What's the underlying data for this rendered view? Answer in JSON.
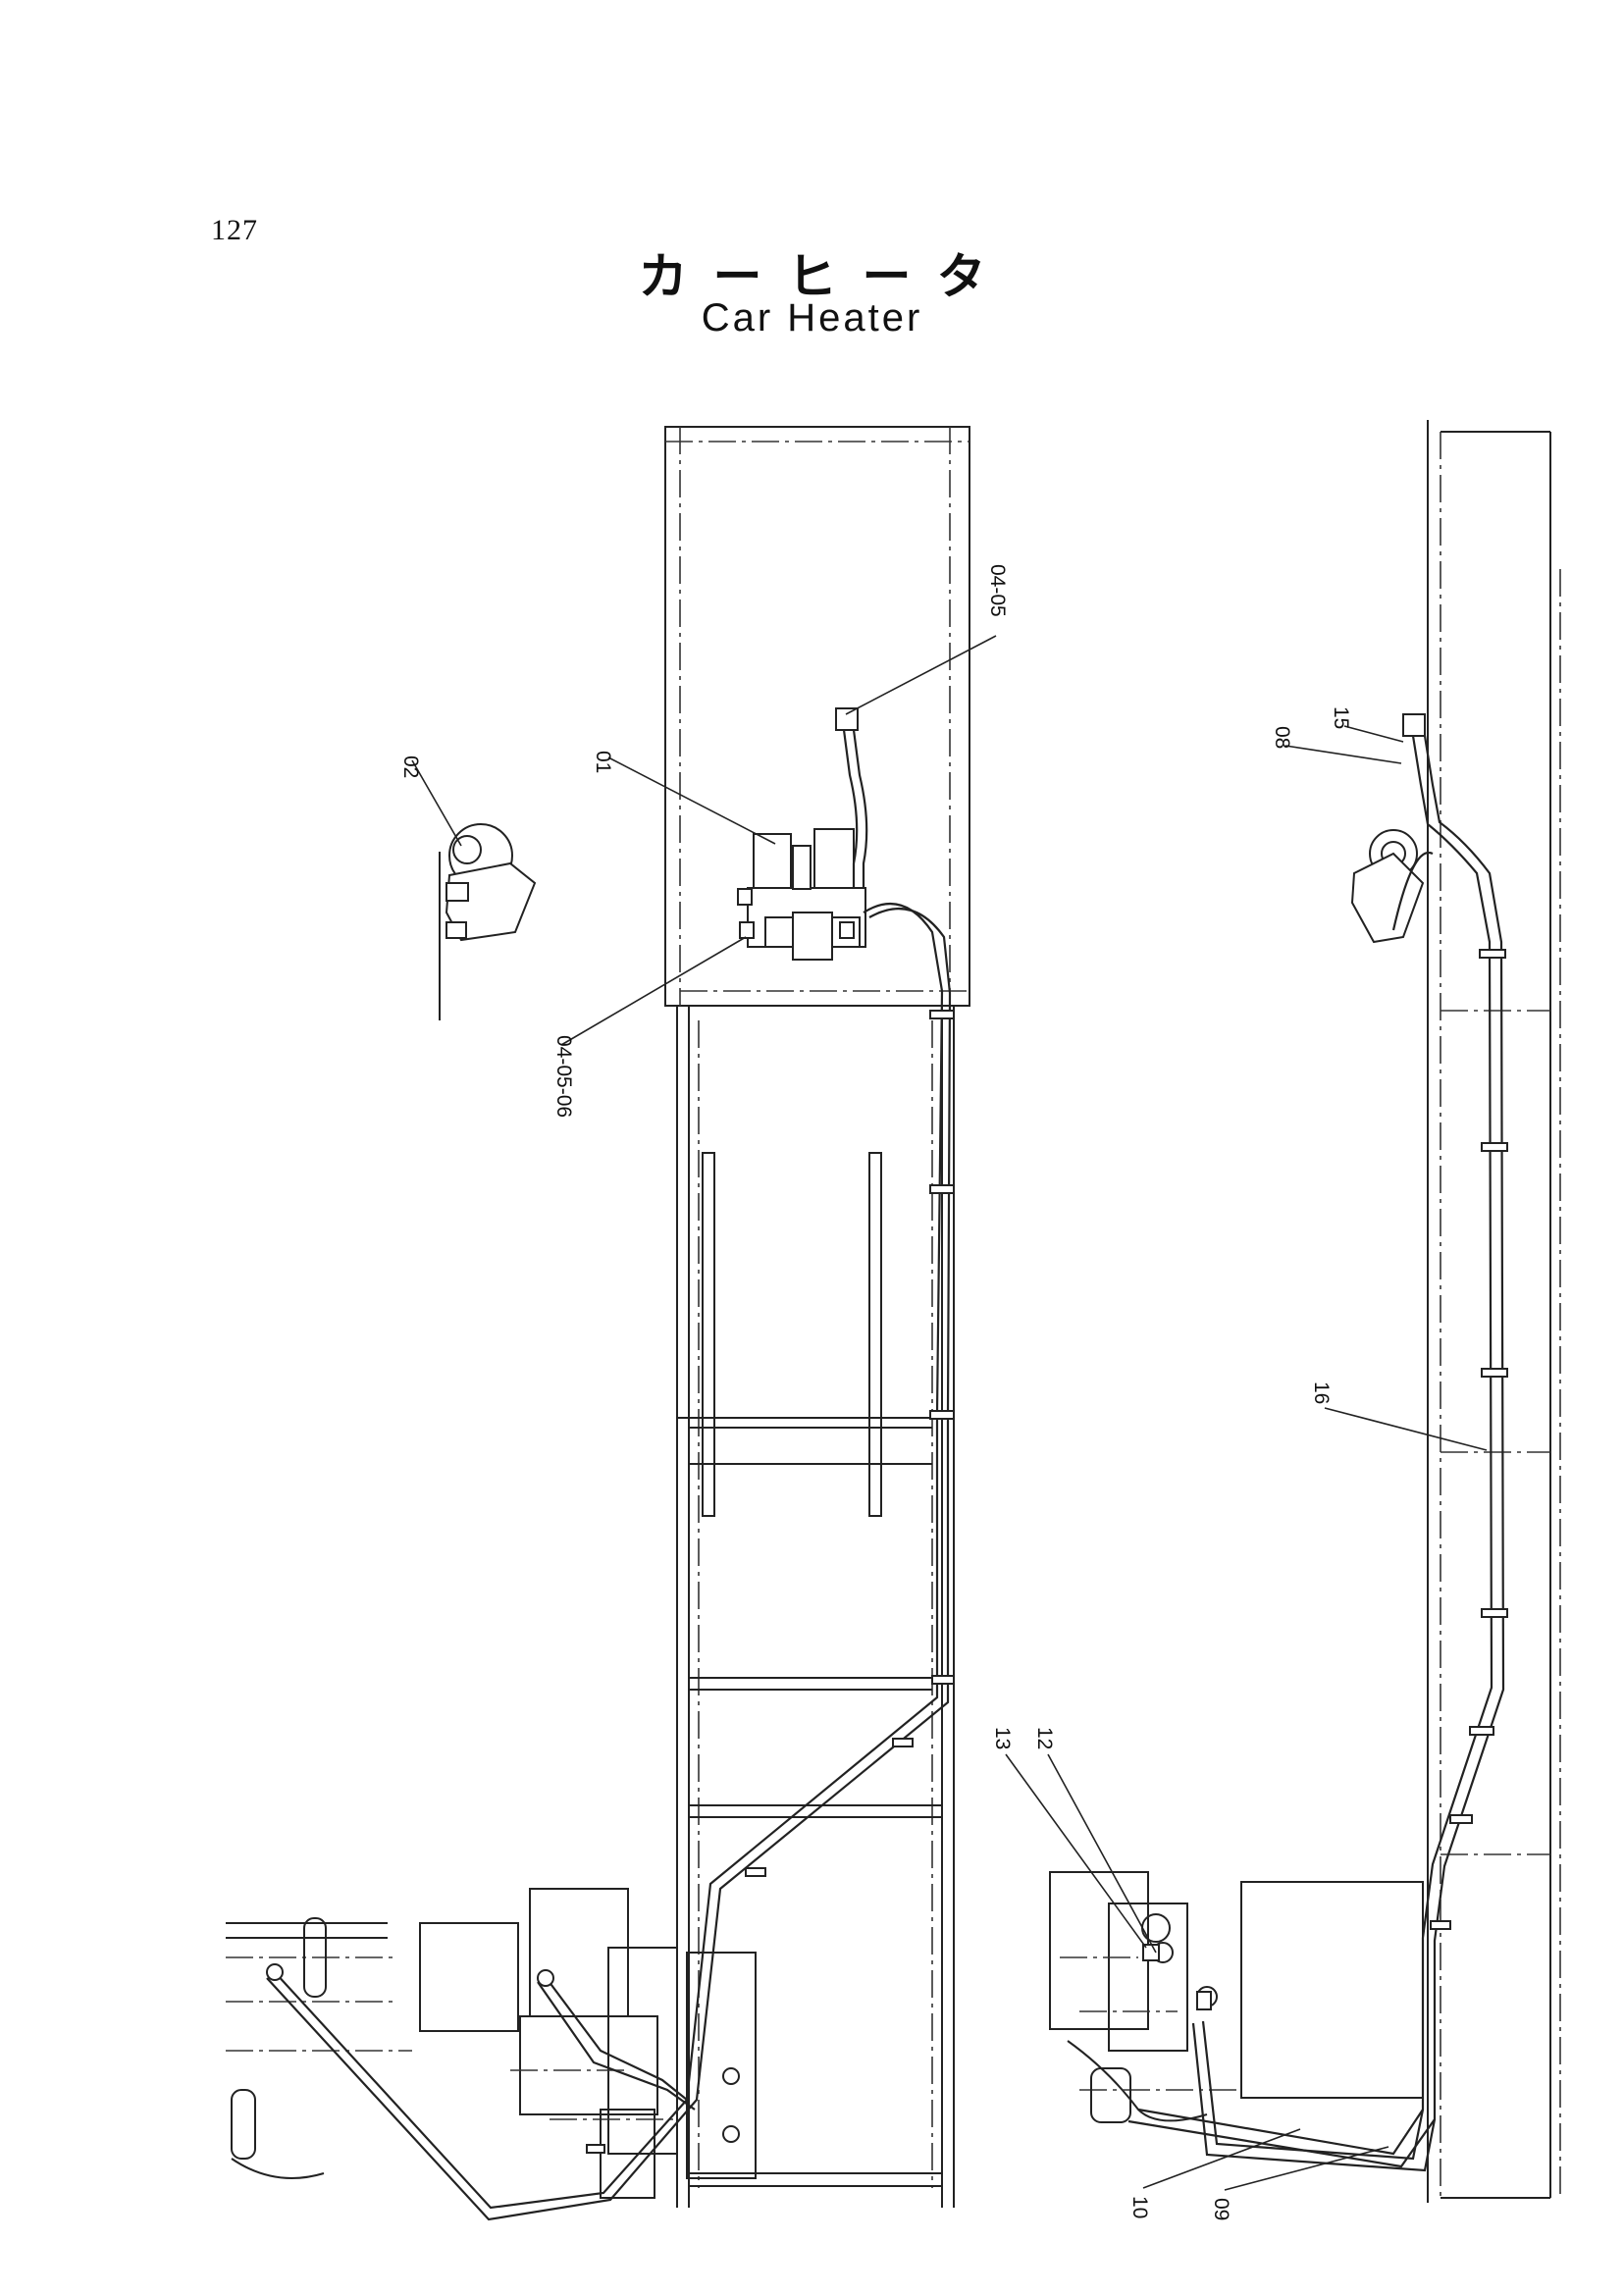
{
  "page": {
    "number": "127"
  },
  "title": {
    "japanese": "カーヒータ",
    "english": "Car Heater"
  },
  "callouts": [
    {
      "id": "01",
      "label": "01"
    },
    {
      "id": "02",
      "label": "02"
    },
    {
      "id": "04-05",
      "label": "04-05"
    },
    {
      "id": "04-05-06",
      "label": "04-05-06"
    },
    {
      "id": "08",
      "label": "08"
    },
    {
      "id": "09",
      "label": "09"
    },
    {
      "id": "10",
      "label": "10"
    },
    {
      "id": "12",
      "label": "12"
    },
    {
      "id": "13",
      "label": "13"
    },
    {
      "id": "15",
      "label": "15"
    },
    {
      "id": "16",
      "label": "16"
    }
  ],
  "colors": {
    "ink": "#222222",
    "paper": "#ffffff"
  }
}
